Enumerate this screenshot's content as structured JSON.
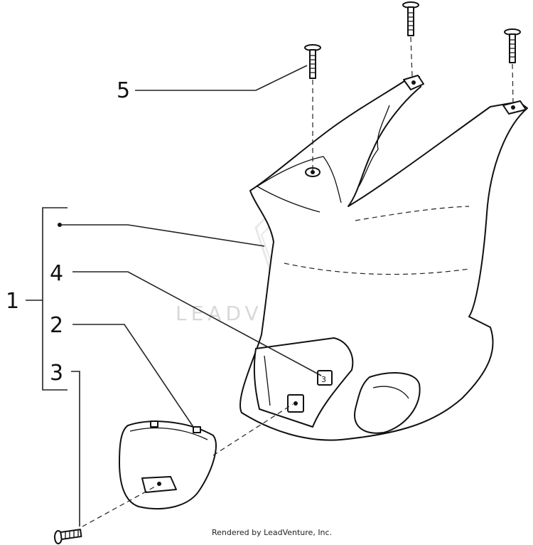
{
  "callouts": {
    "c1": "1",
    "c2": "2",
    "c3": "3",
    "c4": "4",
    "c5": "5"
  },
  "watermark": "LEADVENTURE",
  "credit": "Rendered by LeadVenture, Inc."
}
